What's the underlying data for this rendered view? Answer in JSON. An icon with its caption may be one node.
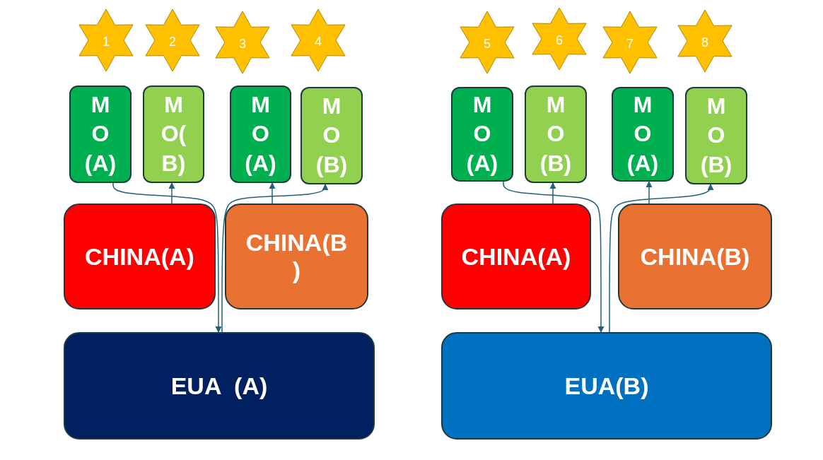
{
  "diagram": {
    "nodes": [
      {
        "text": [
          "1"
        ]
      },
      {
        "text": [
          "2"
        ]
      },
      {
        "text": [
          "3"
        ]
      },
      {
        "text": [
          "4"
        ]
      },
      {
        "text": [
          "5"
        ]
      },
      {
        "text": [
          "6"
        ]
      },
      {
        "text": [
          "7"
        ]
      },
      {
        "text": [
          "8"
        ]
      },
      {
        "text": [
          "M O (A)"
        ]
      },
      {
        "text": [
          "M O( B)"
        ]
      },
      {
        "text": [
          "M O (A)"
        ]
      },
      {
        "text": [
          "M O (B)"
        ]
      },
      {
        "text": [
          "M O (A)"
        ]
      },
      {
        "text": [
          "M O (B)"
        ]
      },
      {
        "text": [
          "M O (A)"
        ]
      },
      {
        "text": [
          "M O (B)"
        ]
      },
      {
        "text": [
          "CHINA(A)"
        ]
      },
      {
        "text": [
          "CHINA(B )"
        ]
      },
      {
        "text": [
          "CHINA(A)"
        ]
      },
      {
        "text": [
          "CHINA(B)"
        ]
      },
      {
        "text": [
          "EUA  (A)"
        ]
      },
      {
        "text": [
          "EUA(B)"
        ]
      }
    ],
    "edges": [
      {
        "from": 8,
        "to": 20,
        "arrow": "to"
      },
      {
        "from": 16,
        "to": 9,
        "arrow": "to"
      },
      {
        "from": 17,
        "to": 10,
        "arrow": "to"
      },
      {
        "from": 20,
        "to": 11,
        "arrow": "to"
      },
      {
        "from": 12,
        "to": 21,
        "arrow": "to"
      },
      {
        "from": 18,
        "to": 13,
        "arrow": "to"
      },
      {
        "from": 19,
        "to": 14,
        "arrow": "to"
      },
      {
        "from": 21,
        "to": 15,
        "arrow": "to"
      }
    ]
  }
}
